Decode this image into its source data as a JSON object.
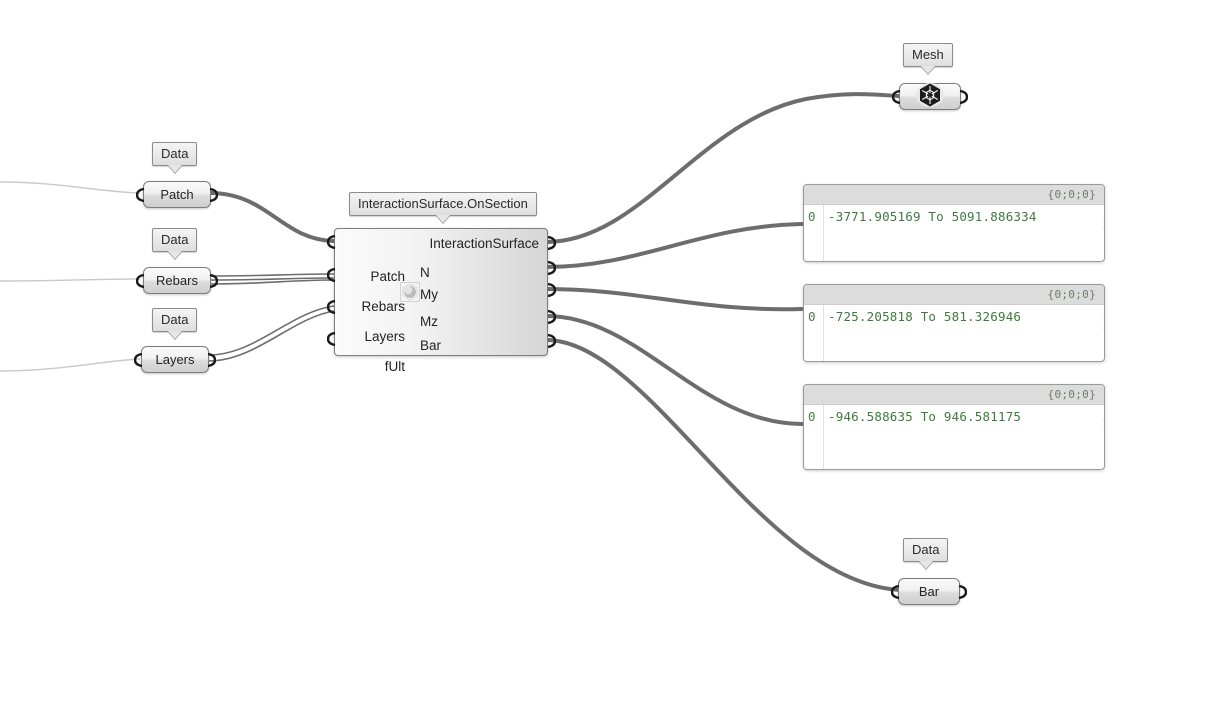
{
  "canvas": {
    "background": "#ffffff",
    "wire_color": "#6d6d6d",
    "thin_wire_color": "#c6c6c6"
  },
  "component": {
    "name": "InteractionSurface.OnSection",
    "icon": "sphere-solid-icon",
    "inputs": [
      {
        "label": "Patch"
      },
      {
        "label": "Rebars"
      },
      {
        "label": "Layers"
      },
      {
        "label": "fUlt"
      }
    ],
    "outputs": [
      {
        "label": "InteractionSurface"
      },
      {
        "label": "N"
      },
      {
        "label": "My"
      },
      {
        "label": "Mz"
      },
      {
        "label": "Bar"
      }
    ]
  },
  "input_nodes": [
    {
      "label": "Patch",
      "balloon": "Data"
    },
    {
      "label": "Rebars",
      "balloon": "Data"
    },
    {
      "label": "Layers",
      "balloon": "Data"
    }
  ],
  "output_nodes": [
    {
      "label": "Mesh",
      "balloon": "Mesh",
      "icon": "mesh-hexagon-icon"
    },
    {
      "label": "Bar",
      "balloon": "Data"
    }
  ],
  "panels": [
    {
      "path": "{0;0;0}",
      "index": "0",
      "text": "-3771.905169 To 5091.886334"
    },
    {
      "path": "{0;0;0}",
      "index": "0",
      "text": "-725.205818 To 581.326946"
    },
    {
      "path": "{0;0;0}",
      "index": "0",
      "text": "-946.588635 To 946.581175"
    }
  ]
}
